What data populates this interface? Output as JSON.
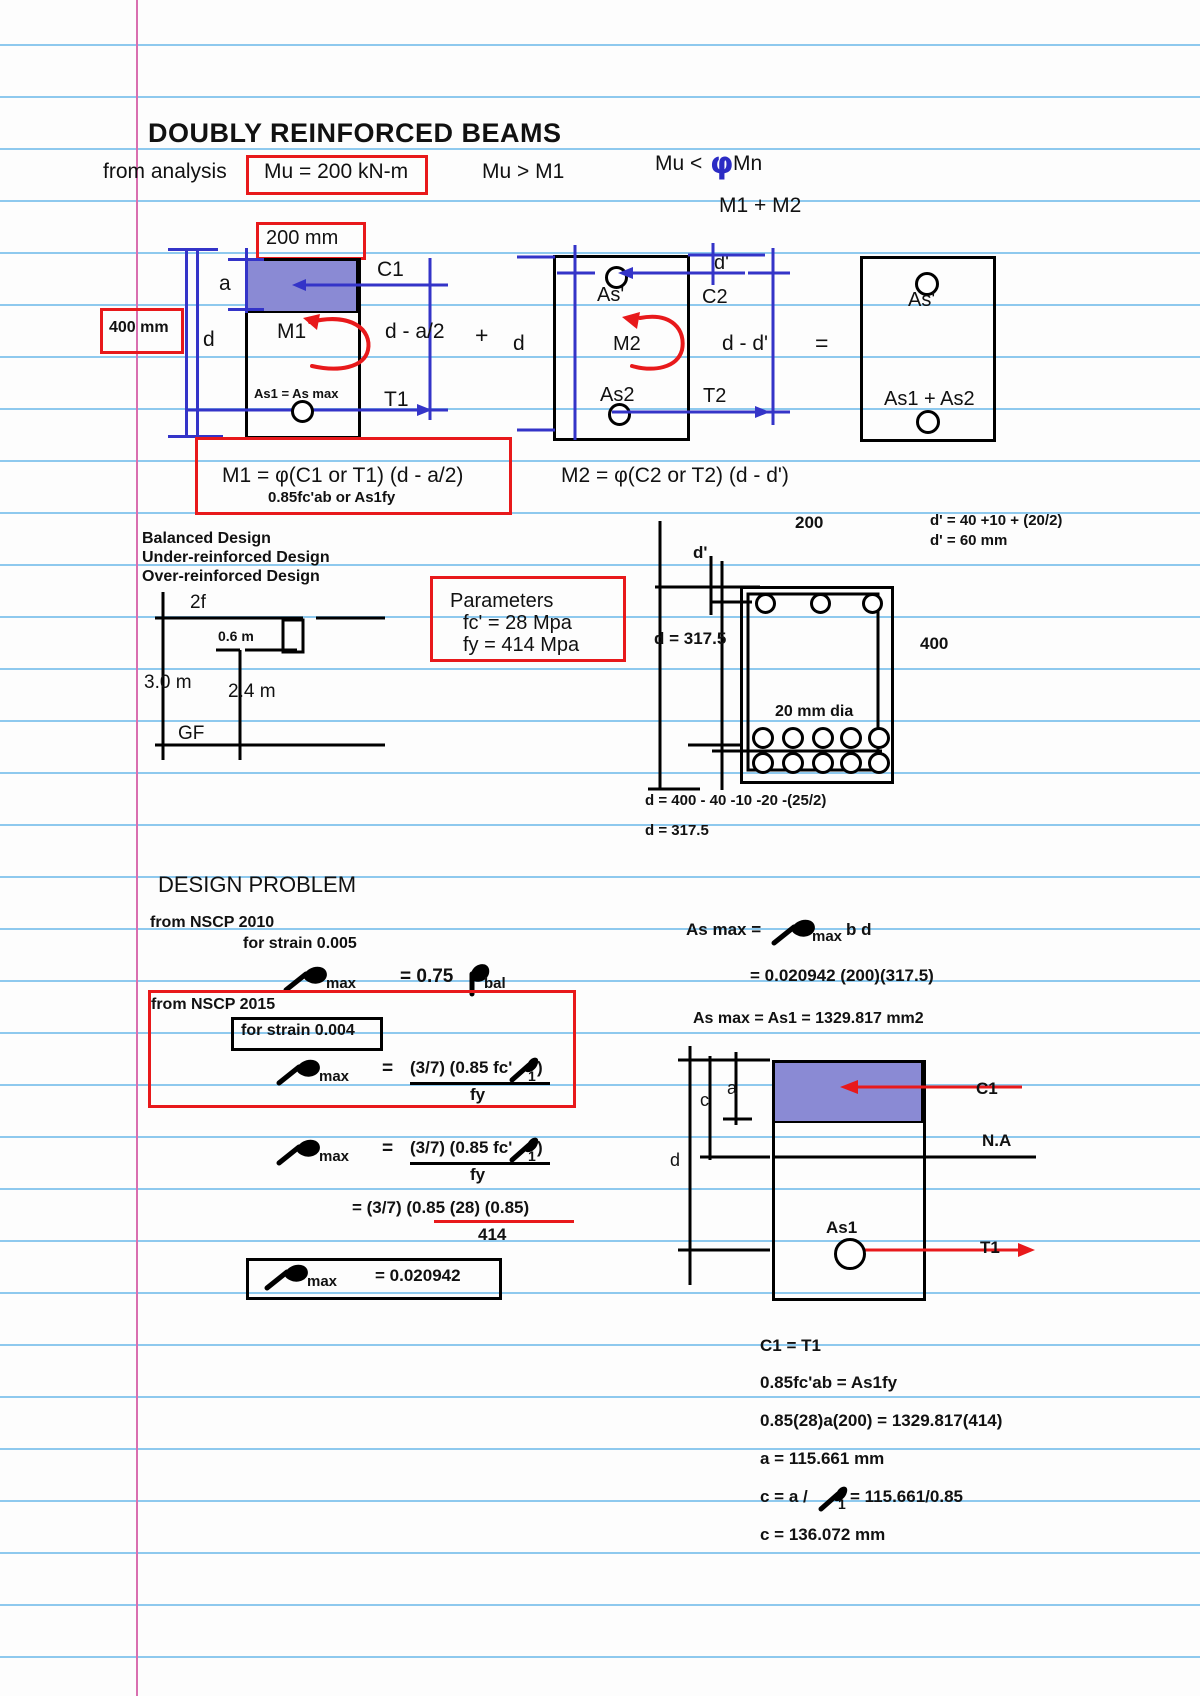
{
  "page": {
    "title": "DOUBLY REINFORCED BEAMS",
    "paper": {
      "rule_color": "#8ec9ee",
      "margin_color": "#d96fb0",
      "background": "#fdfdfd"
    },
    "accent": {
      "red": "#e8191b",
      "blue": "#3434c8",
      "fill": "#8a8ad4"
    }
  },
  "header": {
    "from_analysis": "from analysis",
    "mu_box": "Mu = 200 kN-m",
    "mu_gt": "Mu > M1",
    "mu_lt_prefix": "Mu <",
    "phi": "φ",
    "mn": "Mn",
    "m1_plus_m2": "M1 + M2"
  },
  "beam1": {
    "width_label": "200 mm",
    "depth_label": "400 mm",
    "a_label": "a",
    "d_label": "d",
    "c1_label": "C1",
    "m1_label": "M1",
    "lever_label": "d - a/2",
    "as1_label": "As1 = As max",
    "t1_label": "T1",
    "plus": "+"
  },
  "beam2": {
    "as_prime_label": "As'",
    "d_label": "d",
    "m2_label": "M2",
    "c2_label": "C2",
    "dprime_label": "d'",
    "lever_label": "d - d'",
    "as2_label": "As2",
    "t2_label": "T2",
    "equals": "="
  },
  "beam3": {
    "as_prime_label": "As'",
    "sum_label": "As1 + As2"
  },
  "formulas": {
    "m1": "M1 =  φ(C1 or T1) (d - a/2)",
    "m1_sub": "0.85fc'ab or As1fy",
    "m2": "M2 = φ(C2 or T2) (d - d')"
  },
  "design_types": [
    "Balanced Design",
    "Under-reinforced Design",
    "Over-reinforced Design"
  ],
  "frame": {
    "level_2f": "2f",
    "level_gf": "GF",
    "height_3": "3.0 m",
    "height_24": "2.4 m",
    "dim_06": "0.6 m"
  },
  "parameters": {
    "title": "Parameters",
    "fc": "fc' = 28 Mpa",
    "fy": "fy  = 414 Mpa"
  },
  "section": {
    "width_label": "200",
    "depth_label": "400",
    "dprime_label": "d'",
    "d_label": "d = 317.5",
    "bar_dia": "20 mm dia",
    "dprime_calc_1": "d' = 40 +10 + (20/2)",
    "dprime_calc_2": "d' = 60 mm",
    "d_calc_1": "d = 400 - 40 -10 -20 -(25/2)",
    "d_calc_2": "d = 317.5"
  },
  "design_problem": {
    "heading": "DESIGN PROBLEM",
    "nscp2010": "from NSCP 2010",
    "strain_005": "for strain 0.005",
    "rho_max_2010_eq": "=  0.75",
    "rho_bal_sub": "bal",
    "nscp2015": "from NSCP 2015",
    "strain_004": "for strain 0.004",
    "rho_max_sub": "max",
    "eq_sign": "=",
    "numerator": "(3/7) (0.85 fc'",
    "beta_sub": "1",
    "numerator_close": ")",
    "denominator": "fy",
    "numeric_numerator": "= (3/7) (0.85 (28) (0.85)",
    "numeric_denominator": "414",
    "rho_result": "= 0.020942"
  },
  "as_max": {
    "line1_prefix": "As max =",
    "line1_suffix": "b d",
    "line2": "= 0.020942 (200)(317.5)",
    "line3": "As max = As1 = 1329.817 mm2"
  },
  "stressblock": {
    "a_label": "a",
    "c_label": "c",
    "d_label": "d",
    "c1_label": "C1",
    "na_label": "N.A",
    "as1_label": "As1",
    "t1_label": "T1"
  },
  "bottom_calc": [
    "C1 = T1",
    "0.85fc'ab = As1fy",
    "0.85(28)a(200) = 1329.817(414)",
    "a = 115.661 mm",
    "c = 136.072 mm"
  ],
  "bottom_calc_c_line": {
    "prefix": "c = a /",
    "beta_sub": "1",
    "suffix": " =  115.661/0.85"
  }
}
